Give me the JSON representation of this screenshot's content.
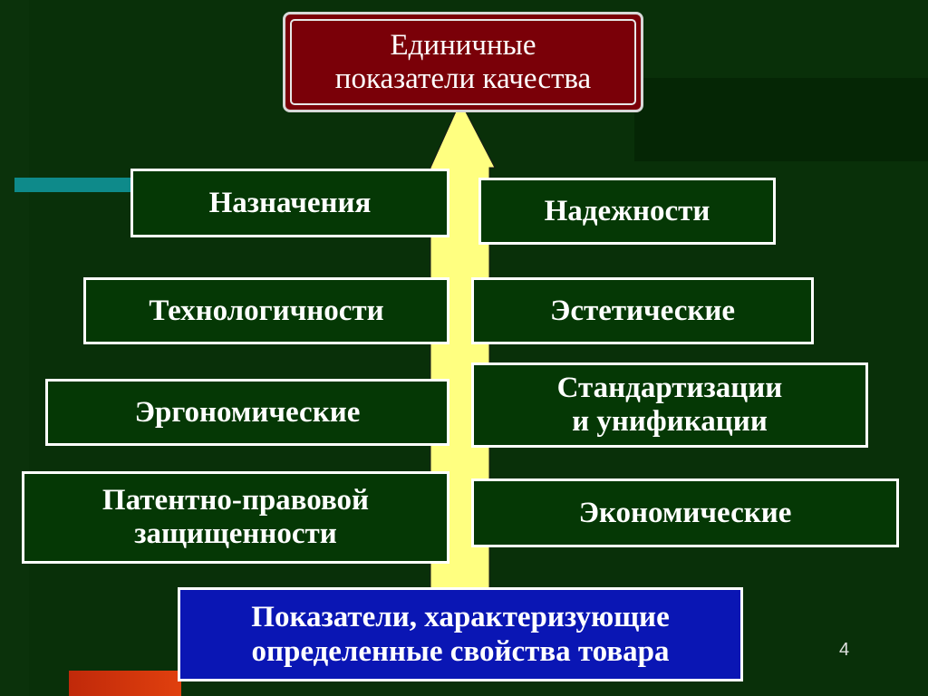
{
  "diagram": {
    "title": "Единичные\nпоказатели качества",
    "left_items": [
      "Назначения",
      "Технологичности",
      "Эргономические",
      "Патентно-правовой\nзащищенности"
    ],
    "right_items": [
      "Надежности",
      "Эстетические",
      "Стандартизации\nи унификации",
      "Экономические"
    ],
    "bottom": "Показатели, характеризующие\nопределенные свойства товара"
  },
  "slide": {
    "page_number": "4"
  },
  "colors": {
    "title_bg": "#7a0008",
    "bottom_bg": "#0a16b4",
    "box_bg": "#053805",
    "arrow": "#ffff80",
    "background": "#093009"
  }
}
